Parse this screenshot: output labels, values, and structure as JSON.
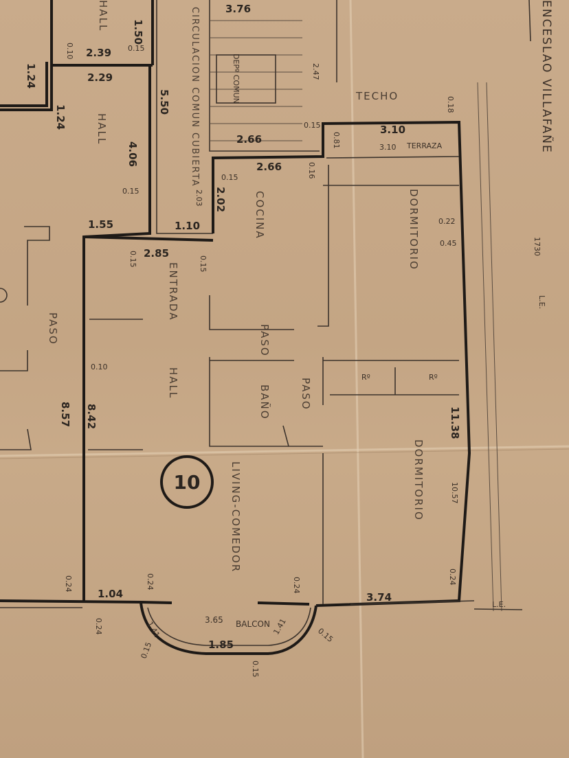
{
  "street": {
    "name": "ENCESLAO VILLAFAÑE",
    "number": "1730",
    "line": "L.E."
  },
  "unit": {
    "number": "10"
  },
  "rooms": {
    "hall_top": "HALL",
    "hall_left": "HALL",
    "circulacion": "CIRCULACION COMUN CUBIERTA",
    "dep_comun": "DEPº COMUN",
    "techo": "TECHO",
    "terraza": "TERRAZA",
    "cocina": "COCINA",
    "dormitorio_1": "DORMITORIO",
    "dormitorio_2": "DORMITORIO",
    "entrada": "ENTRADA",
    "paso_left": "PASO",
    "paso_center": "PASO",
    "paso_right": "PASO",
    "hall_entry": "HALL",
    "bano": "BAÑO",
    "ropero_1": "Rº",
    "ropero_2": "Rº",
    "living": "LIVING-COMEDOR",
    "balcon": "BALCON"
  },
  "dimensions": {
    "d_150": "1.50",
    "d_376": "3.76",
    "d_239": "2.39",
    "d_124a": "1.24",
    "d_124b": "1.24",
    "d_229": "2.29",
    "d_550": "5.50",
    "d_406": "4.06",
    "d_266a": "2.66",
    "d_266b": "2.66",
    "d_310a": "3.10",
    "d_310b": "3.10",
    "d_081": "0.81",
    "d_202": "2.02",
    "d_203": "2.03",
    "d_155": "1.55",
    "d_110": "1.10",
    "d_285": "2.85",
    "d_842": "8.42",
    "d_857": "8.57",
    "d_1138": "11.38",
    "d_1057": "10.57",
    "d_104": "1.04",
    "d_374": "3.74",
    "d_365": "3.65",
    "d_185": "1.85",
    "d_141a": "1.41",
    "d_141b": "1.41",
    "d_024a": "0.24",
    "d_024b": "0.24",
    "d_024c": "0.24",
    "d_024d": "0.24",
    "d_024e": "0.24",
    "d_015a": "0.15",
    "d_015b": "0.15",
    "d_015c": "0.15",
    "d_015d": "0.15",
    "d_015e": "0.15",
    "d_015f": "0.15",
    "d_015g": "0.15",
    "d_015h": "0.15",
    "d_015i": "0.15",
    "d_010a": "0.10",
    "d_010b": "0.10",
    "d_016": "0.16",
    "d_022": "0.22",
    "d_045": "0.45",
    "d_247": "2.47",
    "d_018": "0.18"
  },
  "colors": {
    "paper": "#c7a98a",
    "ink": "#1e1a17",
    "pencil": "#4a3d32"
  }
}
